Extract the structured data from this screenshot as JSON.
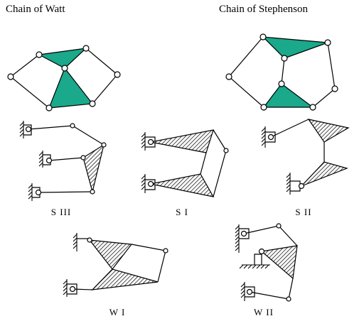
{
  "titles": {
    "watt_chain": "Chain of  Watt",
    "stephenson_chain": "Chain of  Stephenson"
  },
  "mechanism_labels": {
    "s3": "S III",
    "s1": "S I",
    "s2": "S II",
    "w1": "W I",
    "w2": "W II"
  },
  "colors": {
    "fill_green": "#1aa98a",
    "hatch": "#000000",
    "line": "#000000"
  }
}
